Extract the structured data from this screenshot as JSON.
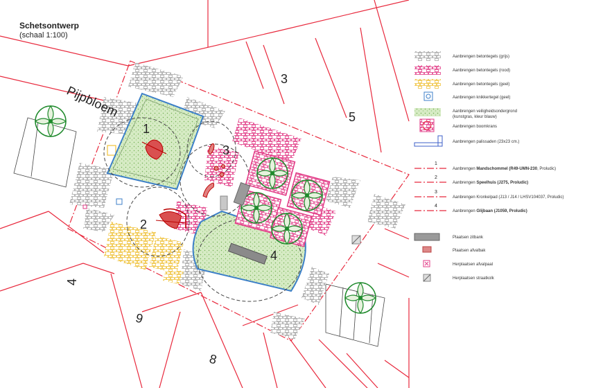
{
  "title": "Schetsontwerp",
  "scale": "(schaal 1:100)",
  "street_name": "Pijpbloem",
  "plot_numbers": [
    "3",
    "5",
    "4",
    "9",
    "8"
  ],
  "zone_numbers": [
    "1",
    "2",
    "3",
    "4"
  ],
  "legend": {
    "material_items": [
      {
        "icon": "grey-tile-icon",
        "label": "Aanbrengen betontegels (grijs)"
      },
      {
        "icon": "red-tile-icon",
        "label": "Aanbrengen betontegels (rood)"
      },
      {
        "icon": "yellow-tile-icon",
        "label": "Aanbrengen betontegels (geel)"
      },
      {
        "icon": "knikker-tile-icon",
        "label": "Aanbrengen knikkertegel (geel)"
      },
      {
        "icon": "safety-surface-icon",
        "label_line1": "Aanbrengen veiligheidsondergrond",
        "label_line2": "(kunstgras, kleur blauw)"
      },
      {
        "icon": "tree-ring-icon",
        "label": "Aanbrengen boomkrans"
      },
      {
        "icon": "palisade-icon",
        "label": "Aanbrengen palissaden (23x23 cm.)"
      }
    ],
    "equipment_items": [
      {
        "number": "1",
        "prefix": "Aanbrengen ",
        "bold": "Mandschommel (R49-UMN-230",
        "suffix": ", Proludic)"
      },
      {
        "number": "2",
        "prefix": "Aanbrengen ",
        "bold": "Speelhuis (J275, Proludic)",
        "suffix": ""
      },
      {
        "number": "3",
        "prefix": "Aanbrengen Kronkelpad (J13 / J14 / LHSV104037, Proludic)",
        "bold": "",
        "suffix": ""
      },
      {
        "number": "4",
        "prefix": "Aanbrengen ",
        "bold": "Glijbaan (J1059, Proludic)",
        "suffix": ""
      }
    ],
    "placement_items": [
      {
        "icon": "bench-icon",
        "label": "Plaatsen zitbank"
      },
      {
        "icon": "waste-bin-icon",
        "label": "Plaatsen afvalbak"
      },
      {
        "icon": "bin-post-icon",
        "label": "Herplaatsen afvalpaal"
      },
      {
        "icon": "street-drain-icon",
        "label": "Herplaatsen straatkolk"
      }
    ]
  },
  "colors": {
    "boundary_red": "#e8283c",
    "grass_green": "#1f8a2c",
    "tile_grey": "#b8b8b8",
    "tile_pink": "#e23a86",
    "tile_yellow": "#f0c23a",
    "palisade_blue": "#3c5fc8",
    "safety_fill": "#d9ecc9"
  }
}
